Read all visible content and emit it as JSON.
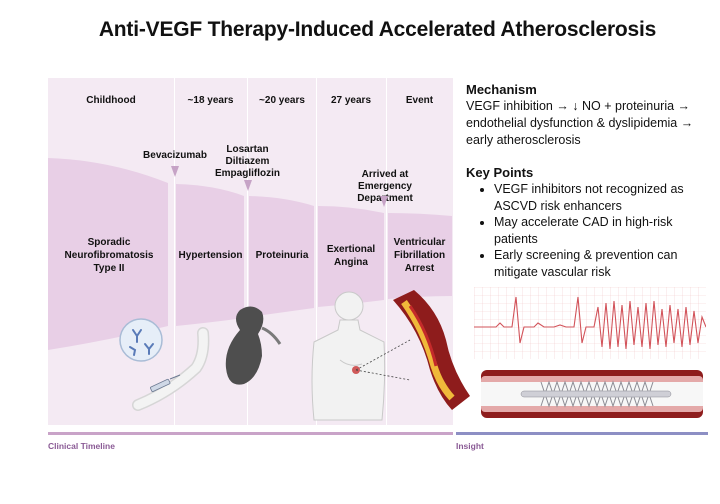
{
  "title": "Anti-VEGF Therapy-Induced Accelerated Atherosclerosis",
  "timeline": {
    "headers": [
      "Childhood",
      "~18 years",
      "~20 years",
      "27 years",
      "Event"
    ],
    "medications": [
      {
        "label": "Bevacizumab"
      },
      {
        "label": "Losartan\nDiltiazem\nEmpagliflozin"
      },
      {
        "label": "Arrived at\nEmergency\nDepartment"
      }
    ],
    "stages": [
      "Sporadic\nNeurofibromatosis\nType II",
      "Hypertension",
      "Proteinuria",
      "Exertional\nAngina",
      "Ventricular\nFibrillation\nArrest"
    ]
  },
  "insight": {
    "mechanism_title": "Mechanism",
    "mechanism_text": "VEGF inhibition → ↓ NO + proteinuria → endothelial dysfunction & dyslipidemia → early atherosclerosis",
    "key_points_title": "Key Points",
    "key_points": [
      "VEGF inhibitors not recognized as ASCVD risk enhancers",
      "May accelerate CAD in high-risk patients",
      "Early screening & prevention can mitigate vascular risk"
    ]
  },
  "footer": {
    "left_label": "Clinical Timeline",
    "right_label": "Insight"
  },
  "colors": {
    "timeline_bg": "#f4eaf3",
    "stage_fill": "#e8cfe6",
    "marker": "#c6a3c6",
    "left_line": "#c9a3c8",
    "right_line": "#8d8fc4",
    "footer_text": "#8a5a95",
    "ecg": "#d2535a"
  },
  "icons": [
    "antibody-icon",
    "syringe-arm-icon",
    "kidney-icon",
    "chest-pain-patient-icon",
    "plaque-artery-icon",
    "ecg-trace-icon",
    "stent-icon"
  ]
}
